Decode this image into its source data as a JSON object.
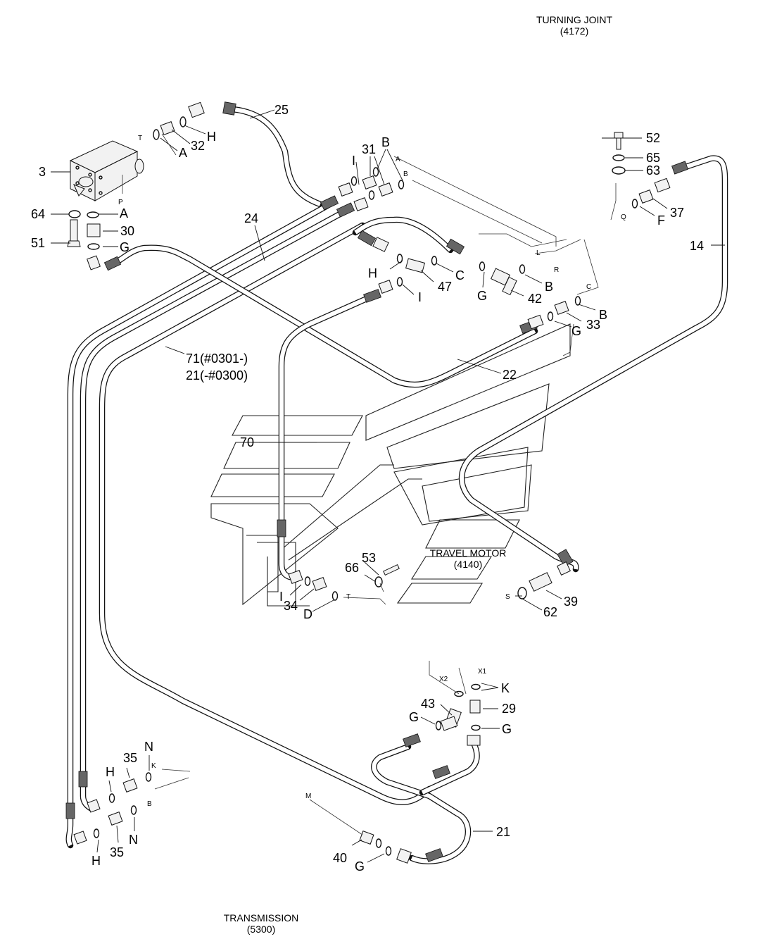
{
  "captions": {
    "turning_joint": [
      "TURNING JOINT",
      "(4172)"
    ],
    "travel_motor": [
      "TRAVEL MOTOR",
      "(4140)"
    ],
    "transmission": [
      "TRANSMISSION",
      "(5300)"
    ]
  },
  "part_numbers": {
    "p3": "3",
    "p64": "64",
    "p51": "51",
    "p30": "30",
    "p32": "32",
    "p25": "25",
    "p24": "24",
    "p31": "31",
    "p52": "52",
    "p65": "65",
    "p63": "63",
    "p37": "37",
    "p14": "14",
    "p47": "47",
    "p42": "42",
    "p33": "33",
    "p22": "22",
    "p71": "71(#0301-)",
    "p21a": "21(-#0300)",
    "p70": "70",
    "p53": "53",
    "p66": "66",
    "p34": "34",
    "p39": "39",
    "p62": "62",
    "p43": "43",
    "p29": "29",
    "p35a": "35",
    "p35b": "35",
    "p40": "40",
    "p21b": "21"
  },
  "port_letters": {
    "a1": "A",
    "h1": "H",
    "a2": "A",
    "g1": "G",
    "i1": "I",
    "b1": "B",
    "h2": "H",
    "c1": "C",
    "g2": "G",
    "b2": "B",
    "i2": "I",
    "b3": "B",
    "g3": "G",
    "f1": "F",
    "i3": "I",
    "d1": "D",
    "k1": "K",
    "g4": "G",
    "g5": "G",
    "n1": "N",
    "h3": "H",
    "n2": "N",
    "h4": "H",
    "g6": "G"
  },
  "port_tags": {
    "t1": "T",
    "p1": "P",
    "a3": "A",
    "b4": "B",
    "l1": "L",
    "r1": "R",
    "c2": "C",
    "q1": "Q",
    "t2": "T",
    "s1": "S",
    "x2": "X2",
    "x1": "X1",
    "k2": "K",
    "b5": "B",
    "m1": "M"
  }
}
